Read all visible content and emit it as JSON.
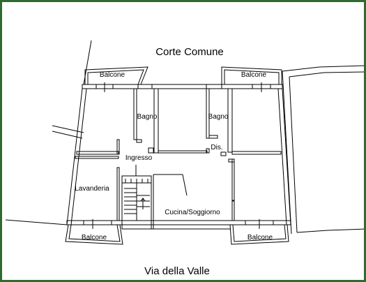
{
  "plan": {
    "street_top": "Corte Comune",
    "street_bottom": "Via della Valle",
    "rooms": {
      "balcony_top_left": "Balcone",
      "balcony_top_right": "Balcone",
      "balcony_bottom_left": "Balcone",
      "balcony_bottom_right": "Balcone",
      "bath_left": "Bagno",
      "bath_right": "Bagno",
      "hallway": "Dis.",
      "entrance": "Ingresso",
      "laundry": "Lavanderia",
      "kitchen_living": "Cucina/Soggiorno"
    }
  },
  "style": {
    "frame_color": "#2e6b2e",
    "line_color": "#000000",
    "background": "#ffffff"
  }
}
